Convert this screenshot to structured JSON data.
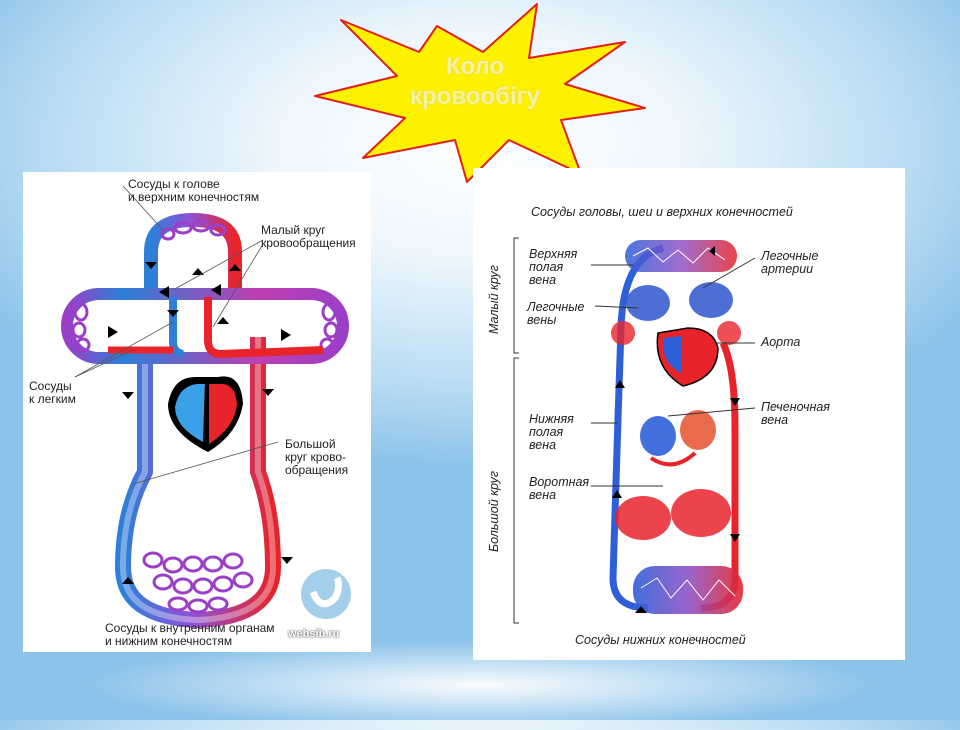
{
  "title": "Коло кровообігу",
  "left_diagram": {
    "label_head_vessels": "Сосуды к голове\nи верхним конечностям",
    "label_small_circle": "Малый круг\nкровообращения",
    "label_lung_vessels": "Сосуды\nк легким",
    "label_big_circle": "Большой\nкруг крово-\nобращения",
    "label_organ_vessels": "Сосуды к внутренним органам\nи нижним конечностям",
    "watermark": "websib.ru"
  },
  "right_diagram": {
    "label_top": "Сосуды головы, шеи и верхних конечностей",
    "label_bottom": "Сосуды нижних конечностей",
    "label_small_circle": "Малый круг",
    "label_big_circle": "Большой круг",
    "label_sup_vena": "Верхняя\nполая\nвена",
    "label_pulm_veins": "Легочные\nвены",
    "label_inf_vena": "Нижняя\nполая\nвена",
    "label_portal_vein": "Воротная\nвена",
    "label_pulm_arteries": "Легочные\nартерии",
    "label_aorta": "Аорта",
    "label_hepatic_vein": "Печеночная\nвена"
  },
  "colors": {
    "artery": "#e8232a",
    "vein": "#2d7fd8",
    "capillary": "#9b3fc8",
    "star_fill": "#fff200",
    "star_stroke": "#e0201a"
  }
}
